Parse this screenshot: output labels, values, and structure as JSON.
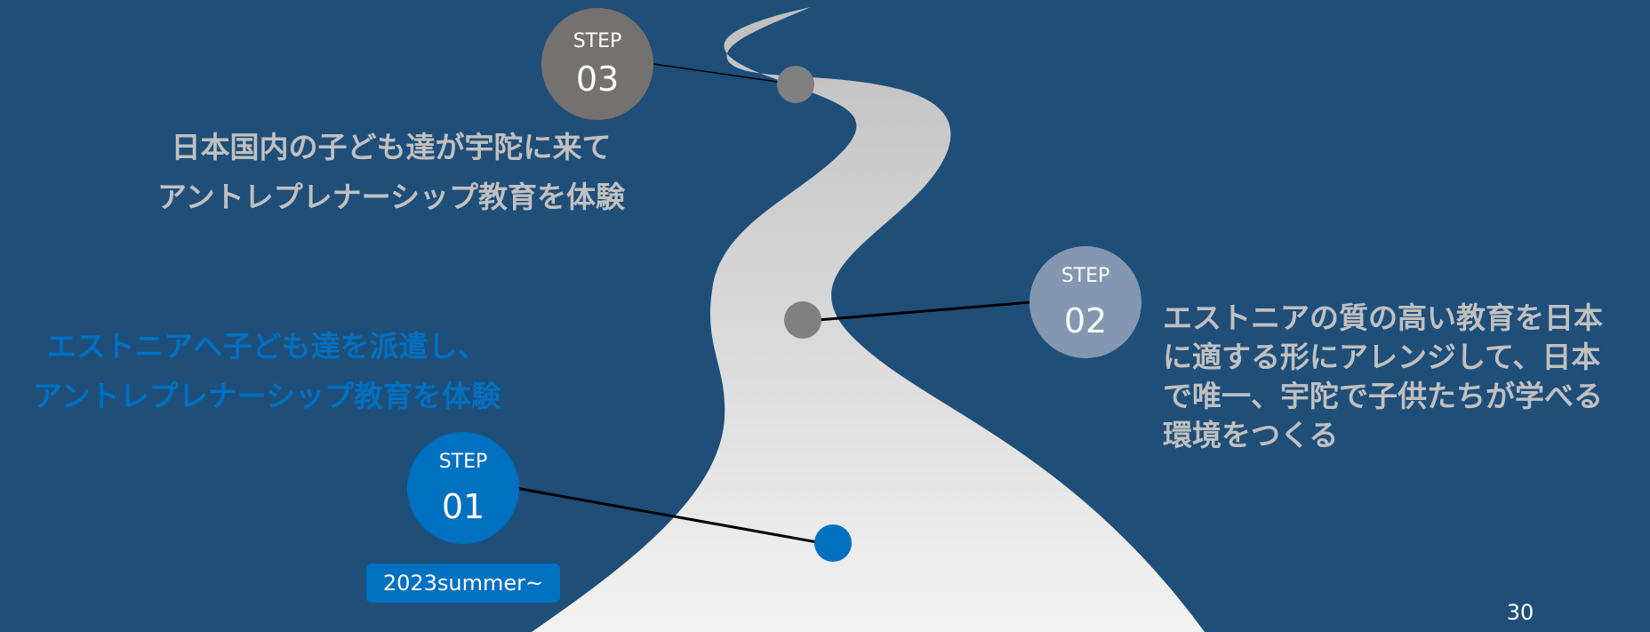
{
  "steps": [
    {
      "label": "STEP",
      "number": "01",
      "color": "#0070c0",
      "lines": [
        "エストニアへ子ども達を派遣し、",
        "アントレプレナーシップ教育を体験"
      ],
      "date": "2023summer~"
    },
    {
      "label": "STEP",
      "number": "02",
      "color": "#8497b0",
      "lines": [
        "エストニアの質の高い教育を日本",
        "に適する形にアレンジして、日本",
        "で唯一、宇陀で子供たちが学べる",
        "環境をつくる"
      ]
    },
    {
      "label": "STEP",
      "number": "03",
      "color": "#767171",
      "lines": [
        "日本国内の子ども達が宇陀に来て",
        "アントレプレナーシップ教育を体験"
      ]
    }
  ],
  "page_number": "30",
  "colors": {
    "background": "#1f4e79",
    "road_top": "#bfbfbf",
    "road_bottom": "#f2f2f2",
    "milestone_gray": "#808080",
    "milestone_blue": "#0070c0",
    "text_gray": "#c0c0c0",
    "text_blue": "#0070c0"
  }
}
